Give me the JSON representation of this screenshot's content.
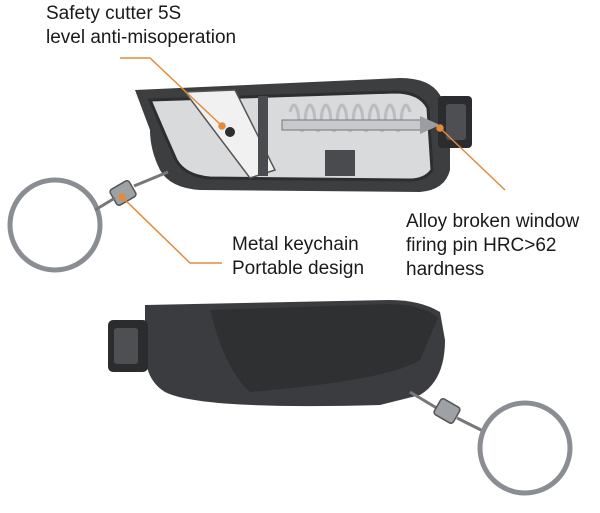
{
  "labels": {
    "cutter": {
      "line1": "Safety cutter 5S",
      "line2": "level anti-misoperation"
    },
    "pin": {
      "line1": "Alloy broken window",
      "line2": "firing pin  HRC>62",
      "line3": "hardness"
    },
    "keychain": {
      "line1": "Metal keychain",
      "line2": "Portable design"
    }
  },
  "colors": {
    "callout": "#e58a3a",
    "body_dark": "#3a3b3d",
    "body_mid": "#55575a",
    "ring": "#8a8d92",
    "spring": "#b9bcc0"
  }
}
